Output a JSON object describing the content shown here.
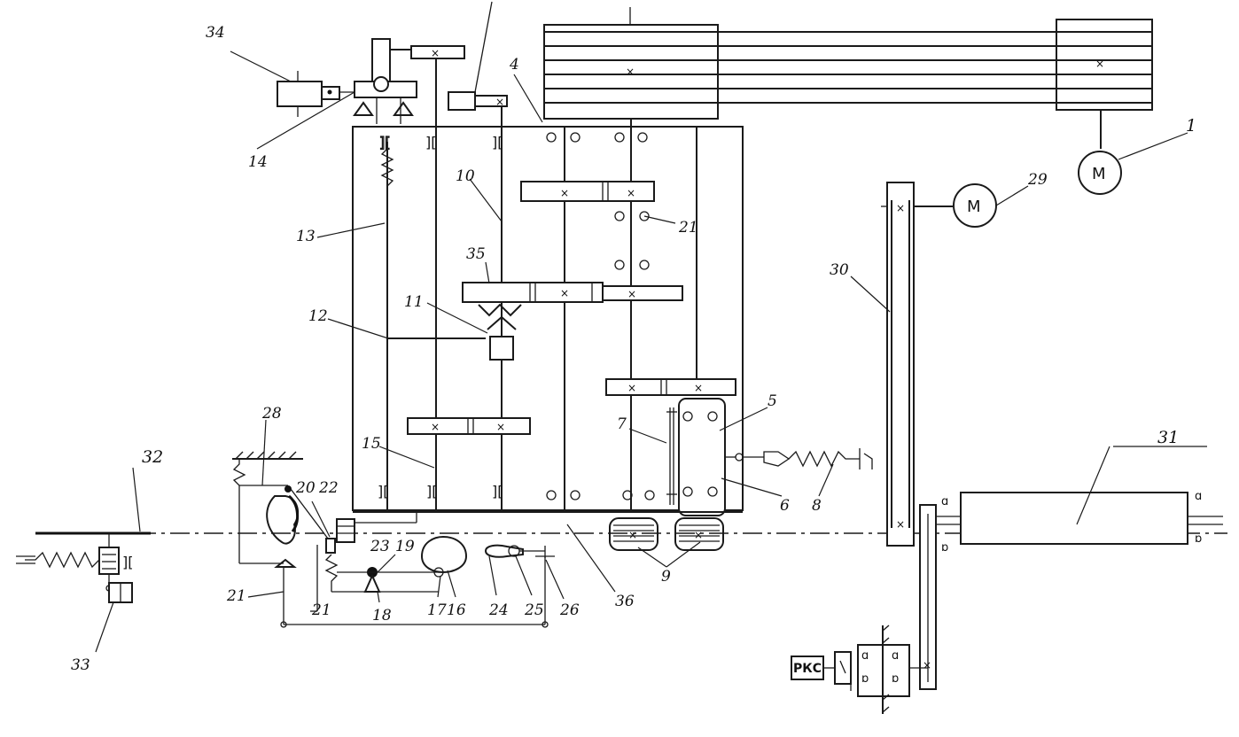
{
  "labels": {
    "l1": "1",
    "l4": "4",
    "l5": "5",
    "l6": "6",
    "l7": "7",
    "l8": "8",
    "l9": "9",
    "l10": "10",
    "l11": "11",
    "l12": "12",
    "l13": "13",
    "l14": "14",
    "l15": "15",
    "l16": "16",
    "l17": "17",
    "l18": "18",
    "l19": "19",
    "l20": "20",
    "l21a": "21",
    "l21b": "21",
    "l21c": "21",
    "l22": "22",
    "l23": "23",
    "l24": "24",
    "l25": "25",
    "l26": "26",
    "l28": "28",
    "l29": "29",
    "l30": "30",
    "l31": "31",
    "l32": "32",
    "l33": "33",
    "l34": "34",
    "l35": "35",
    "l36": "36"
  },
  "motor_symbol": "M",
  "relay_label": "РКС",
  "colors": {
    "ink": "#1a1a1a",
    "paper": "#ffffff"
  }
}
